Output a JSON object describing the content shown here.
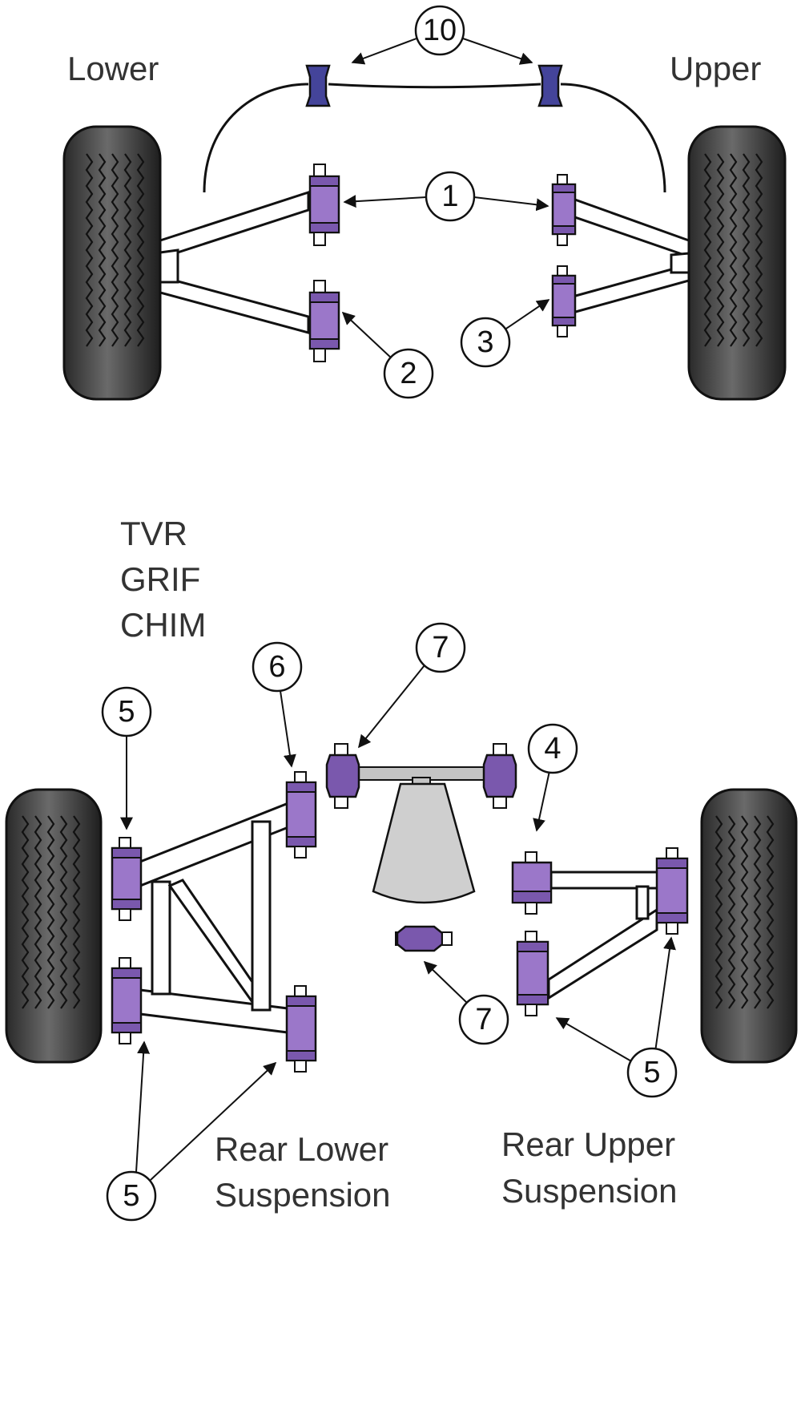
{
  "labels": {
    "lower": "Lower",
    "upper": "Upper",
    "model_line1": "TVR",
    "model_line2": "GRIF",
    "model_line3": "CHIM",
    "rear_lower_line1": "Rear Lower",
    "rear_lower_line2": "Suspension",
    "rear_upper_line1": "Rear Upper",
    "rear_upper_line2": "Suspension"
  },
  "callouts": {
    "anti_roll_bar": "10",
    "front_inner_upper": "1",
    "front_lower_rear": "2",
    "front_upper_rear": "3",
    "rear_upper_front": "4",
    "rear_outer_top": "5",
    "rear_outer_bottom": "5",
    "rear_upper_pair": "5",
    "rear_lower_inner_top": "6",
    "diff_mount_top": "7",
    "diff_mount_bottom": "7"
  },
  "colors": {
    "bush": "#9b77c9",
    "bush_dark": "#5c3f8f",
    "bush_mid": "#7a58ad",
    "arb_bush": "#44449a",
    "tyre": "#2a2a2a",
    "tyre_highlight": "#6a6a6a",
    "diff": "#cfcfcf",
    "diff_bar": "#c4c4c4",
    "ink": "#111111"
  }
}
